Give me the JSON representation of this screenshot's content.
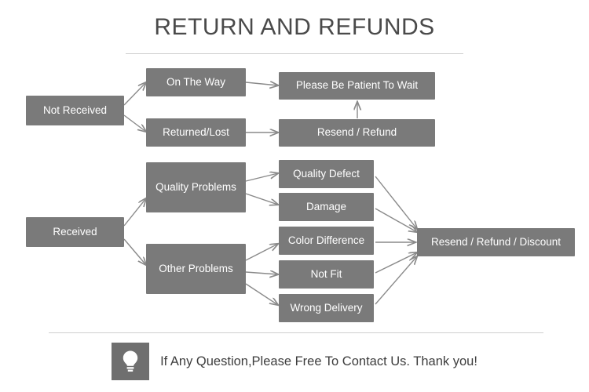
{
  "title": "RETURN AND REFUNDS",
  "nodes": [
    {
      "id": "not-received",
      "label": "Not Received"
    },
    {
      "id": "on-the-way",
      "label": "On The Way"
    },
    {
      "id": "returned-lost",
      "label": "Returned/Lost"
    },
    {
      "id": "please-be-patient",
      "label": "Please Be Patient To Wait"
    },
    {
      "id": "resend-refund",
      "label": "Resend / Refund"
    },
    {
      "id": "received",
      "label": "Received"
    },
    {
      "id": "quality-problems",
      "label": "Quality Problems"
    },
    {
      "id": "other-problems",
      "label": "Other Problems"
    },
    {
      "id": "quality-defect",
      "label": "Quality Defect"
    },
    {
      "id": "damage",
      "label": "Damage"
    },
    {
      "id": "color-difference",
      "label": "Color Difference"
    },
    {
      "id": "not-fit",
      "label": "Not Fit"
    },
    {
      "id": "wrong-delivery",
      "label": "Wrong Delivery"
    },
    {
      "id": "resend-refund-discount",
      "label": "Resend / Refund / Discount"
    }
  ],
  "footer": {
    "text": "If Any Question,Please Free To Contact Us. Thank you!",
    "icon": "lightbulb-icon"
  },
  "colors": {
    "node_fill": "#7a7a7a",
    "node_text": "#ffffff",
    "title_text": "#4a4a4a",
    "arrow": "#8a8a8a",
    "divider": "#cfcfcf",
    "background": "#ffffff"
  }
}
